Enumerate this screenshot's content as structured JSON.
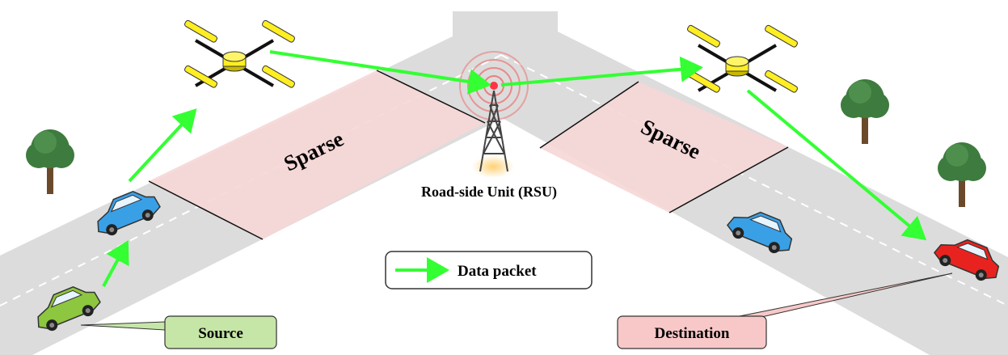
{
  "labels": {
    "sparse_left": "Sparse",
    "sparse_right": "Sparse",
    "rsu": "Road-side Unit (RSU)",
    "legend": "Data packet",
    "source": "Source",
    "destination": "Destination"
  },
  "colors": {
    "road": "#dcdcdc",
    "sparse_zone": "#f6d6d6",
    "packet_arrow": "#33ff33",
    "source_box": "#c6e6a8",
    "destination_box": "#f8c8c8",
    "drone_body": "#ffee22",
    "rsu_signal": "#ee6666",
    "tree": "#3e7b3e",
    "car_blue": "#3aa0e6",
    "car_green": "#8dc63f",
    "car_red": "#e8231f"
  },
  "icons": [
    "drone-icon",
    "tower-icon",
    "tree-icon",
    "car-icon",
    "arrow-icon"
  ]
}
